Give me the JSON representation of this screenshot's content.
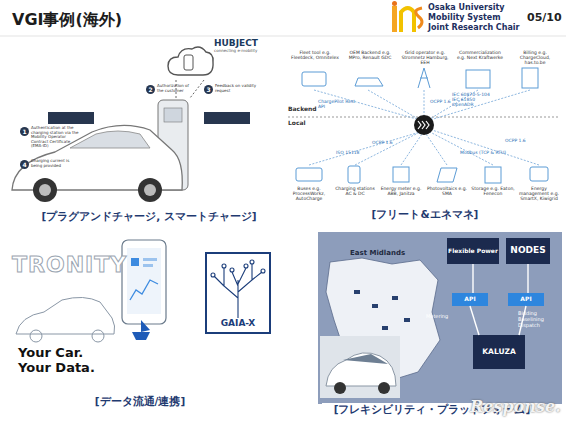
{
  "diagram": {
    "title": "VGI事例(海外)",
    "nodes": [
      {
        "text": [
          "Flexible Power"
        ]
      },
      {
        "text": [
          "NODES"
        ]
      },
      {
        "text": [
          "API"
        ]
      },
      {
        "text": [
          "API"
        ]
      },
      {
        "text": [
          "KALUZA"
        ]
      },
      {
        "text": [
          "GAIA-X"
        ]
      }
    ],
    "edges": [
      {
        "from": 0,
        "to": 2,
        "arrow": "none"
      },
      {
        "from": 1,
        "to": 3,
        "arrow": "none"
      },
      {
        "from": 2,
        "to": 4,
        "arrow": "none"
      },
      {
        "from": 3,
        "to": 4,
        "arrow": "none"
      }
    ],
    "labels": [
      "Osaka University",
      "Mobility System",
      "Joint Research Chair",
      "05/10",
      "HUBJECT",
      "connecting e-mobility",
      "1",
      "Authentication at the charging station via the Mobility Operator Contract Certificate (EMA-ID)",
      "2",
      "Authorization of the customer",
      "3",
      "Feedback on validity request",
      "4",
      "Charging current is being provided",
      "[プラグアンドチャージ, スマートチャージ]",
      "Fleet tool e.g. Fleetdeck, Omnitelex",
      "OEM Backend e.g. MPro, Renault GDC",
      "Grid operator e.g. Stromnetz Hamburg, EEH",
      "Commercialization e.g. Next Kraftwerke",
      "Billing e.g. ChargeCloud, has.to.be",
      "ChargePilot Rest API",
      "OCPP 1.6",
      "IEC 60870-5-104 IEC 61850 OpenADR",
      "Backend",
      "Local",
      "OCPP 1.6",
      "ISO 15118",
      "OCPP 1.6",
      "Modbus (TCP & RTU)",
      "Buses e.g. ProcessWorkz, AutoCharge",
      "Charging stations AC & DC",
      "Energy meter e.g. ABB, Janitza",
      "Photovoltaics e.g. SMA",
      "Storage e.g. Eaton, Fenecon",
      "Energy management e.g. SmartX, Kiwigrid",
      "[フリート&エネマネ]",
      "TRONITY",
      "Your Car. Your Data.",
      "[データ流通/連携]",
      "East Midlands",
      "Metering",
      "Bidding Baselining Dispatch",
      "[フレキシビリティ・プラットフォーム]",
      "Response."
    ]
  }
}
